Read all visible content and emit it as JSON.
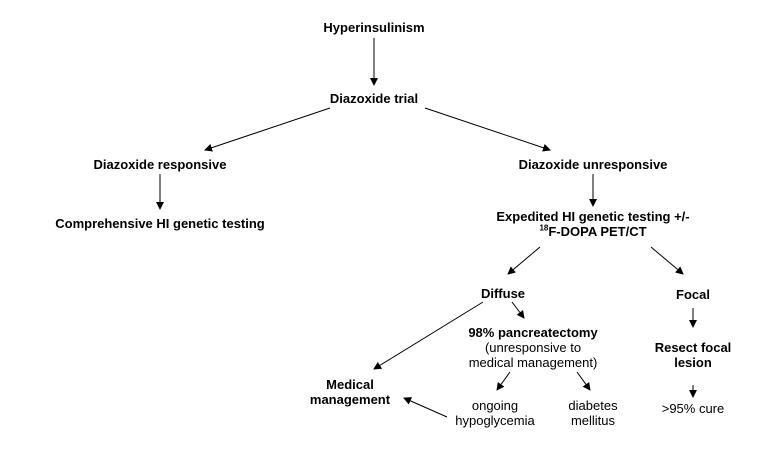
{
  "nodes": {
    "hyperinsulinism": "Hyperinsulinism",
    "diazoxide_trial": "Diazoxide trial",
    "diazoxide_responsive": "Diazoxide responsive",
    "diazoxide_unresponsive": "Diazoxide unresponsive",
    "comprehensive_testing": "Comprehensive HI genetic testing",
    "expedited_line1": "Expedited HI genetic testing +/-",
    "expedited_line2_sup": "18",
    "expedited_line2": "F-DOPA PET/CT",
    "diffuse": "Diffuse",
    "focal": "Focal",
    "pancreatectomy": "98% pancreatectomy",
    "pancreatectomy_note1": "(unresponsive to",
    "pancreatectomy_note2": "medical management)",
    "resect_line1": "Resect focal",
    "resect_line2": "lesion",
    "medical_line1": "Medical",
    "medical_line2": "management",
    "ongoing_line1": "ongoing",
    "ongoing_line2": "hypoglycemia",
    "diabetes_line1": "diabetes",
    "diabetes_line2": "mellitus",
    "cure": ">95% cure"
  }
}
